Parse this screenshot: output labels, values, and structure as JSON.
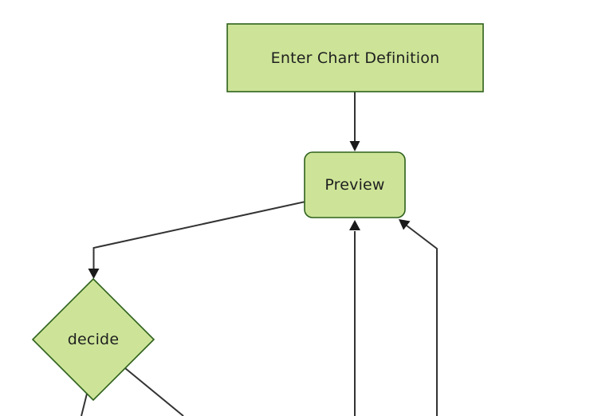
{
  "diagram": {
    "type": "flowchart-top-down",
    "background_color": "#ffffff",
    "colors": {
      "node_fill": "#cde498",
      "node_border": "#2e611b",
      "edge_line": "#333333",
      "arrowhead_fill": "#1a1a1a",
      "label_text": "#1f1f1f"
    },
    "nodes": [
      {
        "id": "enter-chart-definition",
        "label": "Enter Chart Definition",
        "shape": "rectangle"
      },
      {
        "id": "preview",
        "label": "Preview",
        "shape": "rounded-rectangle"
      },
      {
        "id": "decide",
        "label": "decide",
        "shape": "diamond"
      }
    ],
    "edges": [
      {
        "name": "enter-chart-definition-to-preview",
        "from": "enter-chart-definition",
        "to": "preview",
        "arrowhead": true
      },
      {
        "name": "preview-to-decide",
        "from": "preview",
        "to": "decide",
        "arrowhead": true
      },
      {
        "name": "decide-to-offscreen-bottom-left",
        "from": "decide",
        "to": "offscreen-bottom",
        "arrowhead": false
      },
      {
        "name": "decide-to-offscreen-bottom-right",
        "from": "decide",
        "to": "offscreen-bottom",
        "arrowhead": false
      },
      {
        "name": "offscreen-bottom-to-preview-center",
        "from": "offscreen-bottom",
        "to": "preview",
        "arrowhead": true
      },
      {
        "name": "offscreen-bottom-to-preview-corner",
        "from": "offscreen-bottom",
        "to": "preview",
        "arrowhead": true
      }
    ]
  }
}
